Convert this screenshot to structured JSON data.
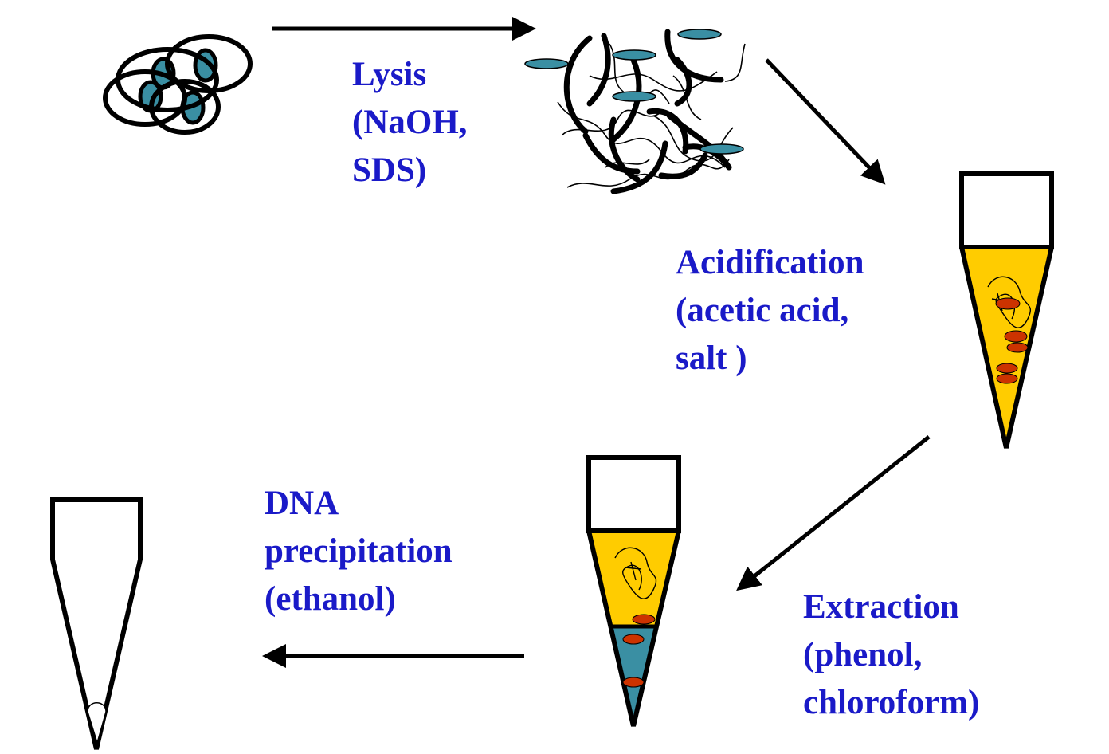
{
  "steps": {
    "lysis": {
      "lines": [
        "Lysis",
        "(NaOH,",
        "SDS)"
      ]
    },
    "acidification": {
      "lines": [
        "Acidification",
        "(acetic acid,",
        "salt )"
      ]
    },
    "extraction": {
      "lines": [
        "Extraction",
        "(phenol,",
        "chloroform)"
      ]
    },
    "precipitation": {
      "lines": [
        "DNA",
        "precipitation",
        "(ethanol)"
      ]
    }
  },
  "colors": {
    "label_text": "#1a1ac8",
    "outline": "#000000",
    "cell_nucleus": "#3a8fa3",
    "aqueous_phase": "#ffcc00",
    "organic_phase": "#3a8fa3",
    "protein_blob": "#cc3300",
    "background": "#ffffff"
  },
  "icons": {
    "cells": "bacterial-cells-icon",
    "lysate": "lysed-cell-debris-icon",
    "tube_acidified": "microcentrifuge-tube-icon",
    "tube_extracted": "two-phase-tube-icon",
    "tube_pellet": "dna-pellet-tube-icon",
    "arrow": "arrow-icon"
  }
}
